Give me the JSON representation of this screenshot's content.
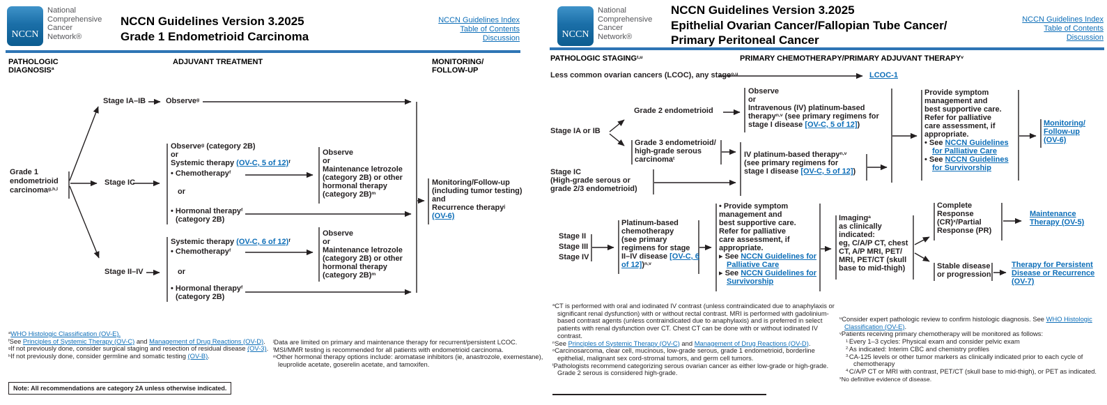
{
  "colors": {
    "link_blue": "#0d6eb8",
    "rule_blue": "#2e75b5",
    "logo_blue": "#1b6fa8",
    "ink": "#231f20"
  },
  "left": {
    "logo_text": "NCCN",
    "org_name": "National\nComprehensive\nCancer\nNetwork®",
    "title_line1": "NCCN Guidelines Version 3.2025",
    "title_line2": "Grade 1 Endometrioid Carcinoma",
    "nav": {
      "index": "NCCN Guidelines Index",
      "toc": "Table of Contents",
      "discussion": "Discussion"
    },
    "columns": {
      "c1": "PATHOLOGIC\nDIAGNOSIS",
      "c1_sup": "a",
      "c2": "ADJUVANT TREATMENT",
      "c3": "MONITORING/\nFOLLOW-UP"
    },
    "nodes": {
      "diagnosis": "Grade 1\nendometrioid\ncarcinoma",
      "diagnosis_sup": "g,h,l",
      "stage_ia_ib": "Stage IA–IB",
      "observe": "Observe",
      "observe_sup": "g",
      "stage_ic": "Stage IC",
      "stage_ii_iv": "Stage II–IV"
    },
    "box_ic": {
      "l1a": "Observe",
      "l1sup": "g",
      "l1b": " (category 2B)",
      "l2": "or",
      "l3a": "Systemic therapy ",
      "l3link": "(OV-C, 5 of 12)",
      "l3sup": "f",
      "l4": "• Chemotherapy",
      "l4sup": "f",
      "l5": "or",
      "l6": "• Hormonal therapy",
      "l6sup": "f",
      "l7": "(category 2B)"
    },
    "box_maintenance": {
      "body": "Observe\nor\nMaintenance letrozole\n(category 2B) or other\nhormonal therapy\n(category 2B)",
      "sup": "m"
    },
    "box_ii_iv": {
      "l1a": "Systemic therapy ",
      "l1link": "(OV-C, 6 of 12)",
      "l1sup": "f",
      "l2": "• Chemotherapy",
      "l2sup": "f",
      "l3": "or",
      "l4": "• Hormonal therapy",
      "l4sup": "f",
      "l5": "(category 2B)"
    },
    "box_monitoring": {
      "l1": "Monitoring/Follow-up",
      "l2": "(including tumor testing)",
      "l3": "and",
      "l4": "Recurrence therapy",
      "l4sup": "j",
      "link": "(OV-6)"
    },
    "footnotes": {
      "a_sup": "a",
      "a_link": "WHO Histologic Classification (OV-E).",
      "f_sup": "f",
      "f_pre": "See ",
      "f_link1": "Principles of Systemic Therapy (OV-C)",
      "f_mid": " and ",
      "f_link2": "Management of Drug Reactions (OV-D)",
      "f_end": ".",
      "g_sup": "g",
      "g_pre": "If not previously done, consider surgical staging and resection of residual disease ",
      "g_link": "(OV-3)",
      "g_end": ".",
      "h_sup": "h",
      "h_pre": "If not previously done, consider germline and somatic testing ",
      "h_link": "(OV-B)",
      "h_end": ".",
      "j_sup": "j",
      "j_text": "Data are limited on primary and maintenance therapy for recurrent/persistent LCOC.",
      "l_sup": "l",
      "l_text": "MSI/MMR testing is recommended for all patients with endometrioid carcinoma.",
      "m_sup": "m",
      "m_text": "Other hormonal therapy options include: aromatase inhibitors (ie, anastrozole, exemestane), leuprolide acetate, goserelin acetate, and tamoxifen."
    },
    "note": "Note: All recommendations are category 2A unless otherwise indicated."
  },
  "right": {
    "logo_text": "NCCN",
    "org_name": "National\nComprehensive\nCancer\nNetwork®",
    "title_line1": "NCCN Guidelines Version 3.2025",
    "title_line2": "Epithelial Ovarian Cancer/Fallopian Tube Cancer/",
    "title_line3": "Primary Peritoneal Cancer",
    "nav": {
      "index": "NCCN Guidelines Index",
      "toc": "Table of Contents",
      "discussion": "Discussion"
    },
    "columns": {
      "c1": "PATHOLOGIC STAGING",
      "c1_sup": "t,u",
      "c2": "PRIMARY CHEMOTHERAPY/PRIMARY ADJUVANT THERAPY",
      "c2_sup": "v"
    },
    "lcoc": {
      "text": "Less common ovarian cancers (LCOC), any stage",
      "sup": "o,u",
      "link": "LCOC-1"
    },
    "nodes": {
      "stage_ia_ib": "Stage IA or IB",
      "grade2": "Grade 2 endometrioid",
      "grade3": "Grade 3 endometrioid/\nhigh-grade serous\ncarcinoma",
      "grade3_sup": "t",
      "stage_ic": "Stage IC\n(High-grade serous or\ngrade 2/3 endometrioid)",
      "stage_ii_iv": "Stage II\nStage III\nStage IV"
    },
    "box_observe_iv": {
      "l1": "Observe",
      "l2": "or",
      "l3": "Intravenous (IV) platinum-based",
      "l4a": "therapy",
      "l4sup": "n,v",
      "l4b": " (see primary regimens for",
      "l5a": "stage I disease ",
      "l5link": "[OV-C, 5 of 12]",
      "l5b": ")"
    },
    "box_iv": {
      "l1a": "IV platinum-based therapy",
      "l1sup": "n,v",
      "l2": "(see primary regimens for",
      "l3a": "stage I disease ",
      "l3link": "[OV-C, 5 of 12]",
      "l3b": ")"
    },
    "box_symptom1": {
      "body": "Provide symptom\nmanagement and\nbest supportive care.\nRefer for palliative\ncare assessment, if\nappropriate.",
      "b1_pre": "• See ",
      "b1_link": "NCCN Guidelines for Palliative Care",
      "b2_pre": "• See ",
      "b2_link": "NCCN Guidelines for Survivorship"
    },
    "monitoring_link": "Monitoring/\nFollow-up\n(OV-6)",
    "box_platinum": {
      "pre": "Platinum-based\nchemotherapy\n(see primary\nregimens for stage\nII–IV disease ",
      "link": "[OV-C, 6 of 12]",
      "post": ")",
      "sup": "n,v"
    },
    "box_symptom2": {
      "body": "• Provide symptom\nmanagement and\nbest supportive care.\nRefer for palliative\ncare assessment, if\nappropriate.",
      "b1_pre": "▸ See ",
      "b1_link": "NCCN Guidelines for Palliative Care",
      "b2_pre": "▸ See ",
      "b2_link": "NCCN Guidelines for Survivorship"
    },
    "box_imaging": {
      "l1": "Imaging",
      "l1sup": "a",
      "body": "as clinically\nindicated:\neg, C/A/P CT, chest\nCT, A/P MRI, PET/\nMRI, PET/CT (skull\nbase to mid-thigh)"
    },
    "box_cr": {
      "p1": "Complete\nResponse\n(CR)",
      "sup": "x",
      "p2": "/Partial\nResponse (PR)"
    },
    "maintenance_link": "Maintenance\nTherapy (OV-5)",
    "box_stable": "Stable disease\nor progression",
    "persistent_link": "Therapy for Persistent\nDisease or Recurrence\n(OV-7)",
    "footnotes": {
      "a_sup": "a",
      "a_text": "CT is performed with oral and iodinated IV contrast (unless contraindicated due to anaphylaxis or significant renal dysfunction) with or without rectal contrast. MRI is performed with gadolinium-based contrast agents (unless contraindicated due to anaphylaxis) and is preferred in select patients with renal dysfunction over CT. Chest CT can be done with or without iodinated IV contrast.",
      "n_sup": "n",
      "n_pre": "See ",
      "n_link1": "Principles of Systemic Therapy (OV-C)",
      "n_mid": " and ",
      "n_link2": "Management of Drug Reactions (OV-D)",
      "n_end": ".",
      "o_sup": "o",
      "o_text": "Carcinosarcoma, clear cell, mucinous, low-grade serous, grade 1 endometrioid, borderline epithelial, malignant sex cord-stromal tumors, and germ cell tumors.",
      "t_sup": "t",
      "t_text": "Pathologists recommend categorizing serous ovarian cancer as either low-grade or high-grade. Grade 2 serous is considered high-grade.",
      "u_sup": "u",
      "u_pre": "Consider expert pathologic review to confirm histologic diagnosis. See ",
      "u_link": "WHO Histologic Classification (OV-E)",
      "u_end": ".",
      "v_sup": "v",
      "v_intro": "Patients receiving primary chemotherapy will be monitored as follows:",
      "v_items": [
        {
          "num": "1.",
          "text": "Every 1–3 cycles: Physical exam and consider pelvic exam"
        },
        {
          "num": "2.",
          "text": "As indicated: Interim CBC and chemistry profiles"
        },
        {
          "num": "3.",
          "text": "CA-125 levels or other tumor markers as clinically indicated prior to each cycle of chemotherapy"
        },
        {
          "num": "4.",
          "text": "C/A/P CT or MRI with contrast, PET/CT (skull base to mid-thigh), or PET as indicated."
        }
      ],
      "x_sup": "x",
      "x_text": "No definitive evidence of disease."
    }
  }
}
